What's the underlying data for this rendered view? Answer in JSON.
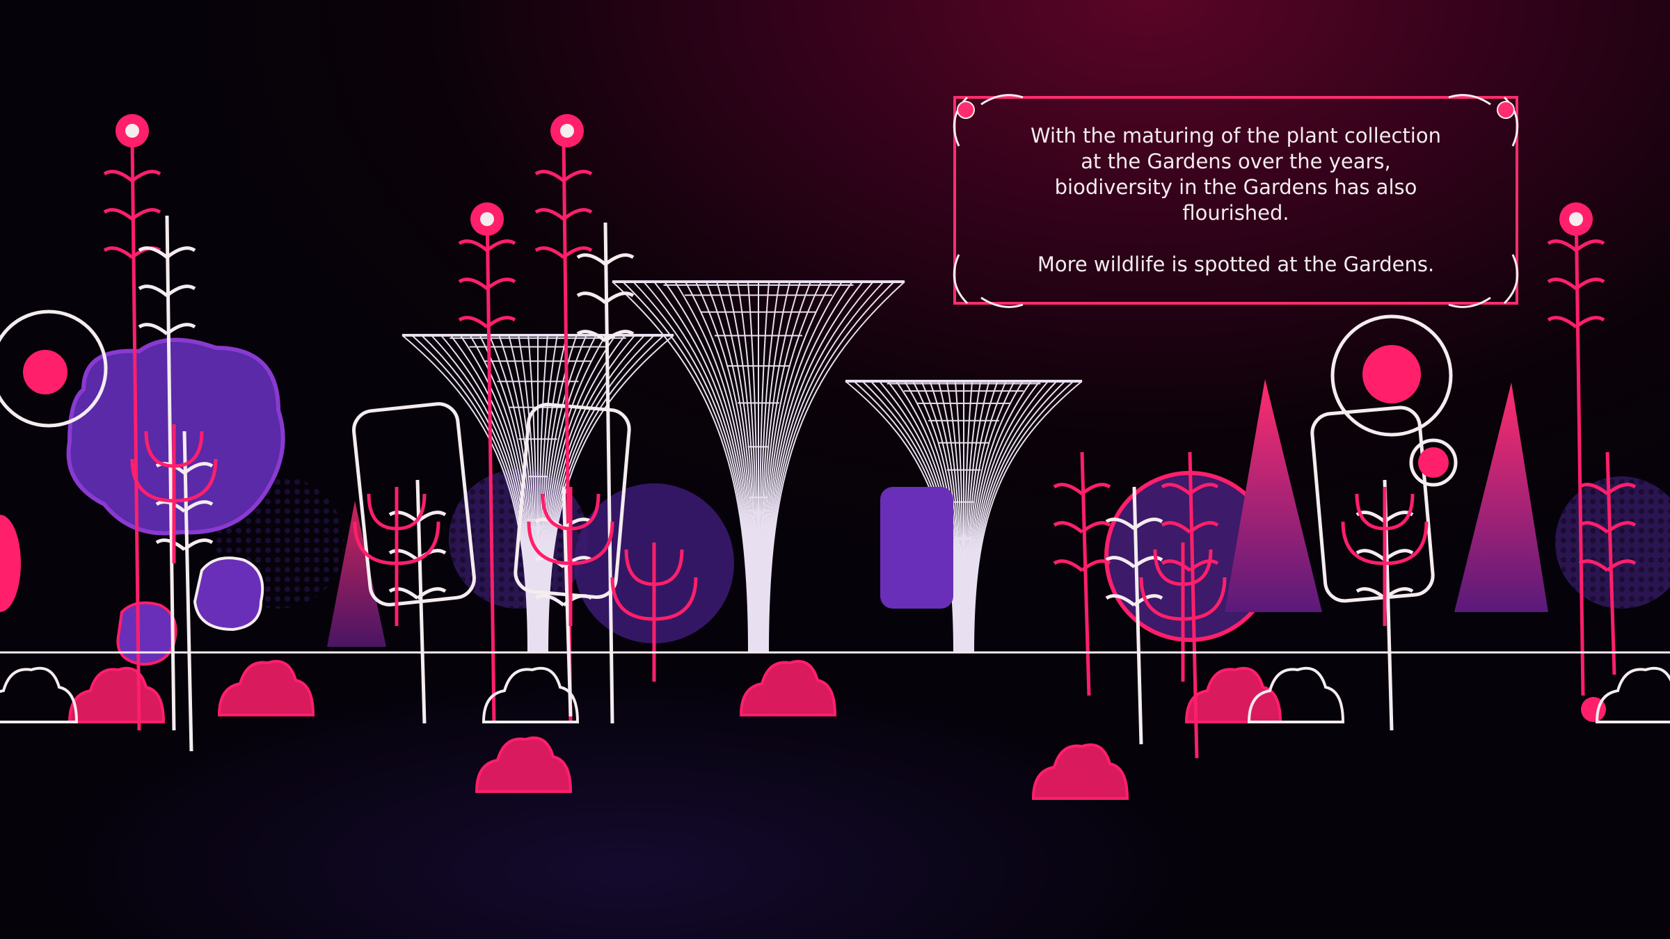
{
  "caption": {
    "paragraph_1": [
      "With the maturing of the plant collection",
      "at the Gardens over the years,",
      "biodiversity in the Gardens has also",
      "flourished."
    ],
    "paragraph_2": "More wildlife is spotted at the Gardens."
  },
  "colors": {
    "pink": "#ff1f6b",
    "purple": "#6a2fb8",
    "dark_purple": "#3a1a6e",
    "white": "#f4ecef",
    "frame": "#ff2d6f"
  }
}
